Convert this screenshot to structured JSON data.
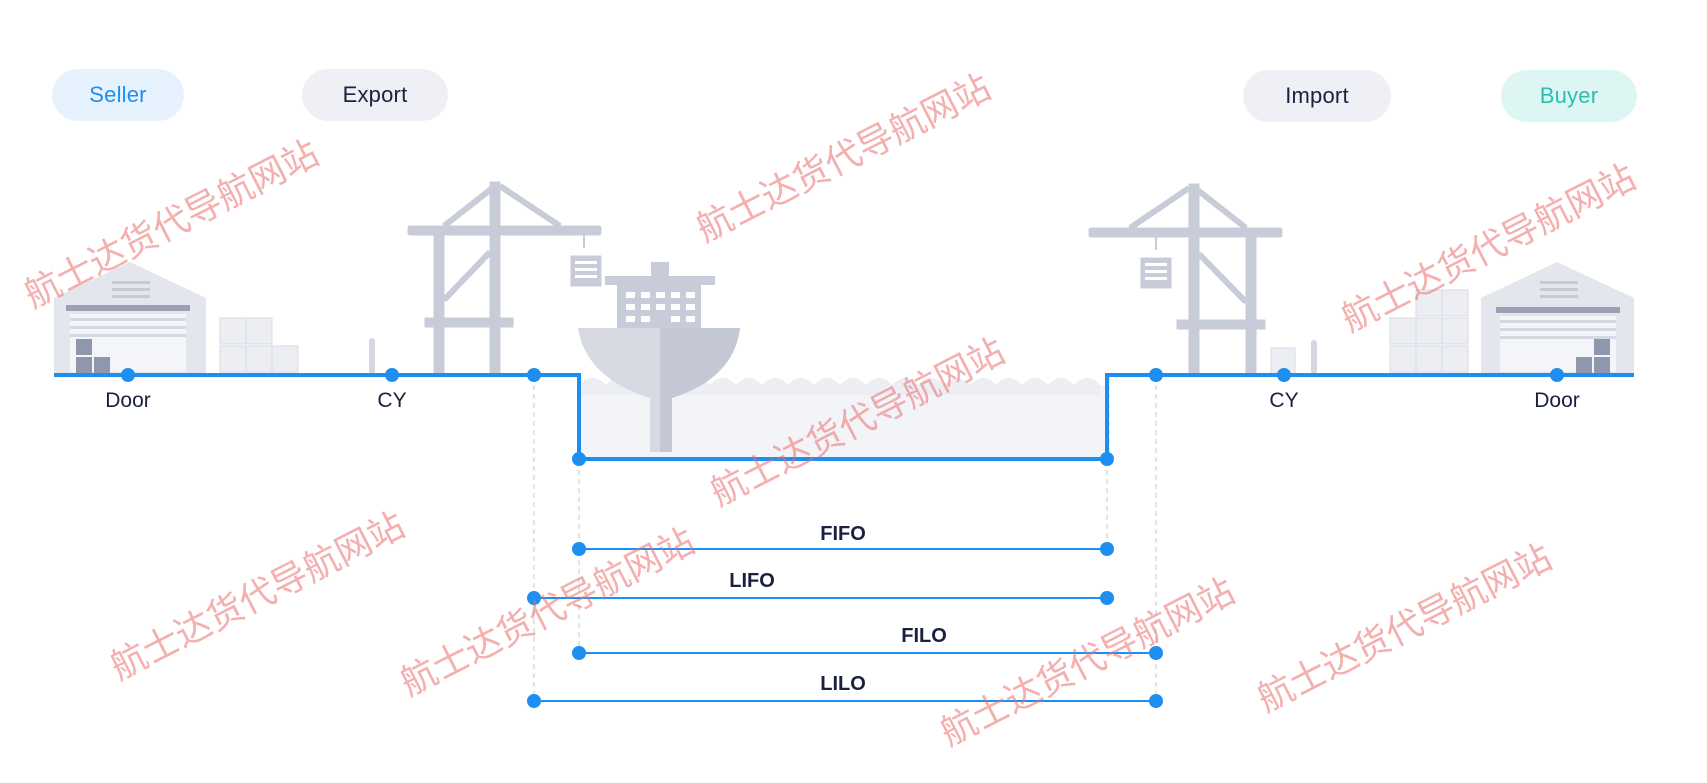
{
  "parties": {
    "seller": "Seller",
    "export": "Export",
    "import": "Import",
    "buyer": "Buyer"
  },
  "locations": {
    "left_door": "Door",
    "left_cy": "CY",
    "right_cy": "CY",
    "right_door": "Door"
  },
  "terms": [
    "FIFO",
    "LIFO",
    "FILO",
    "LILO"
  ],
  "watermark": "航士达货代导航网站",
  "colors": {
    "accent_blue": "#1e8ff0",
    "buyer_teal": "#2bbfb0",
    "structure_gray": "#c8ccd8",
    "text_dark": "#1a2040",
    "watermark_red": "#eb6e6e"
  }
}
